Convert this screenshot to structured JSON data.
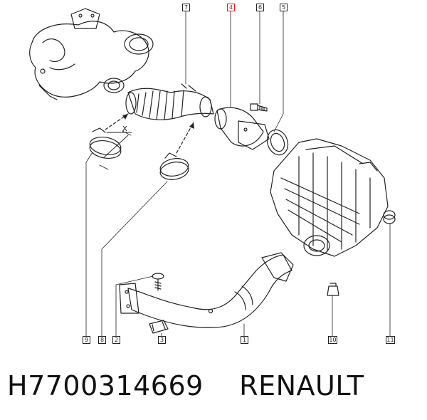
{
  "diagram": {
    "callouts": {
      "c1": "1",
      "c2": "2",
      "c3": "3",
      "c4": "4",
      "c5": "5",
      "c6": "6",
      "c7": "7",
      "c8": "8",
      "c9": "9",
      "c10": "10",
      "c11": "11"
    },
    "dimension_label": "X",
    "highlight_color": "#d22222",
    "line_color": "#222222"
  },
  "footer": {
    "part_number": "H7700314669",
    "brand": "RENAULT"
  }
}
